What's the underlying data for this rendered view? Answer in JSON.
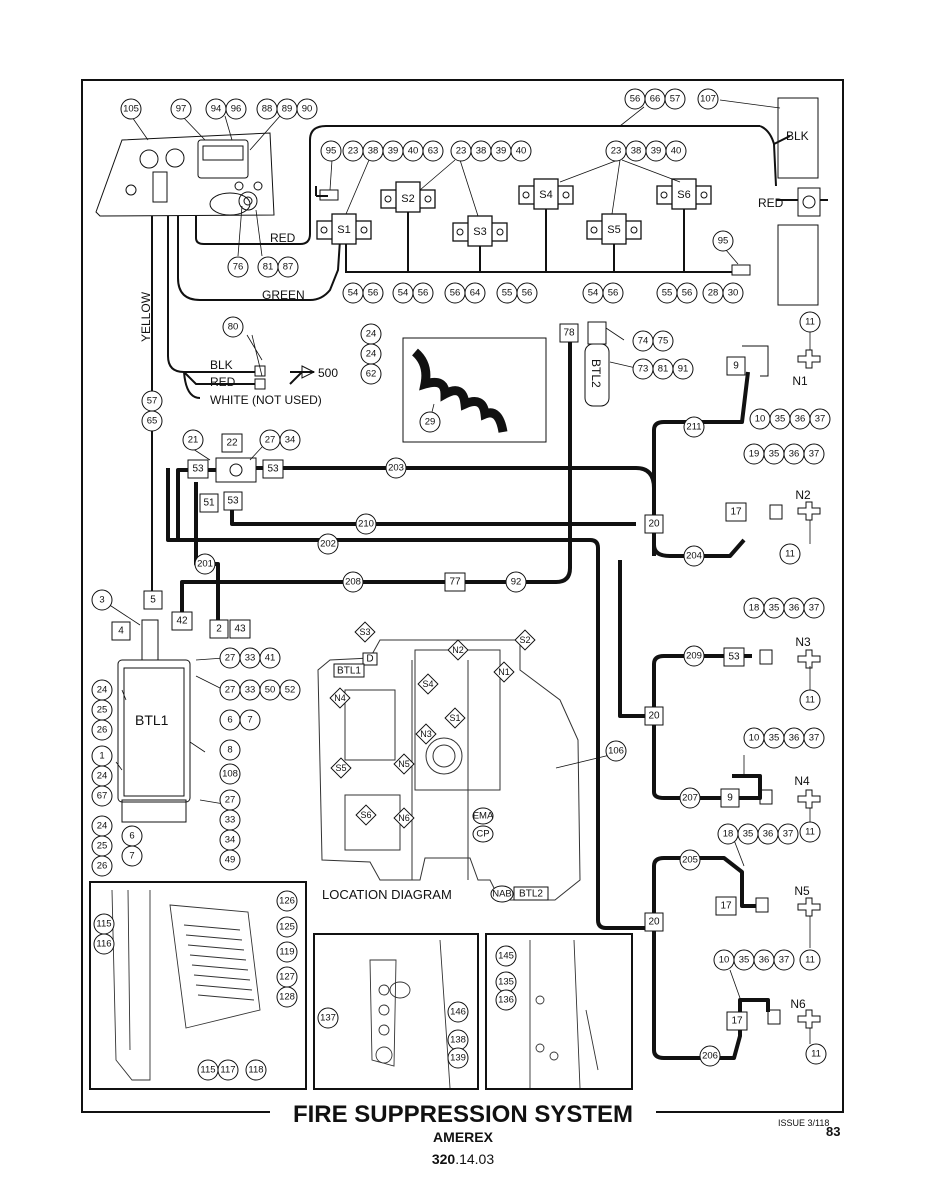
{
  "title": "FIRE SUPPRESSION SYSTEM",
  "manufacturer": "AMEREX",
  "section_prefix": "320",
  "section_suffix": ".14.03",
  "issue": "ISSUE 3/118",
  "page_number": "83",
  "wire_labels": {
    "red": "RED",
    "green": "GREEN",
    "yellow": "YELLOW",
    "blk": "BLK",
    "red2": "RED",
    "white": "WHITE (NOT USED)",
    "to500": "500",
    "batt_blk": "BLK",
    "batt_red": "RED"
  },
  "switches": {
    "s1": "S1",
    "s2": "S2",
    "s3": "S3",
    "s4": "S4",
    "s5": "S5",
    "s6": "S6"
  },
  "cylinders": {
    "btl1": "BTL1",
    "btl2": "BTL2"
  },
  "nozzles": {
    "n1": "N1",
    "n2": "N2",
    "n3": "N3",
    "n4": "N4",
    "n5": "N5",
    "n6": "N6"
  },
  "location": {
    "title": "LOCATION DIAGRAM",
    "s1": "S1",
    "s2": "S2",
    "s3": "S3",
    "s4": "S4",
    "s5": "S5",
    "s6": "S6",
    "n1": "N1",
    "n2": "N2",
    "n3": "N3",
    "n4": "N4",
    "n5": "N5",
    "n6": "N6",
    "btl1": "BTL1",
    "btl2": "BTL2",
    "d": "D",
    "ema": "EMA",
    "cp": "CP",
    "nab": "NAB"
  },
  "callouts": {
    "c105": "105",
    "c97": "97",
    "c94": "94",
    "c96": "96",
    "c88": "88",
    "c89": "89",
    "c90": "90",
    "c56a": "56",
    "c66": "66",
    "c57a": "57",
    "c107": "107",
    "c95a": "95",
    "c23a": "23",
    "c38a": "38",
    "c39a": "39",
    "c40a": "40",
    "c63": "63",
    "c23b": "23",
    "c38b": "38",
    "c39b": "39",
    "c40b": "40",
    "c23c": "23",
    "c38c": "38",
    "c39c": "39",
    "c40c": "40",
    "c76": "76",
    "c81a": "81",
    "c87": "87",
    "c54a": "54",
    "c56b": "56",
    "c54b": "54",
    "c56c": "56",
    "c56d": "56",
    "c64": "64",
    "c55a": "55",
    "c56e": "56",
    "c54c": "54",
    "c56f": "56",
    "c55b": "55",
    "c56g": "56",
    "c95b": "95",
    "c28": "28",
    "c30": "30",
    "c24a": "24",
    "c24b": "24",
    "c62": "62",
    "c80": "80",
    "c78": "78",
    "c74": "74",
    "c75": "75",
    "c73": "73",
    "c81b": "81",
    "c91": "91",
    "c29": "29",
    "c57b": "57",
    "c65": "65",
    "c11a": "11",
    "c10a": "10",
    "c35a": "35",
    "c36a": "36",
    "c37a": "37",
    "c211": "211",
    "c19": "19",
    "c35b": "35",
    "c36b": "36",
    "c37b": "37",
    "c11b": "11",
    "c204": "204",
    "c21": "21",
    "c27a": "27",
    "c34a": "34",
    "c203": "203",
    "c210": "210",
    "c202": "202",
    "c201": "201",
    "c208": "208",
    "c92": "92",
    "c3": "3",
    "c27b": "27",
    "c33a": "33",
    "c41": "41",
    "c27c": "27",
    "c33b": "33",
    "c50": "50",
    "c52": "52",
    "c24c": "24",
    "c25a": "25",
    "c26a": "26",
    "c6a": "6",
    "c7a": "7",
    "c1": "1",
    "c8": "8",
    "c24d": "24",
    "c108": "108",
    "c67": "67",
    "c27d": "27",
    "c33c": "33",
    "c34b": "34",
    "c49": "49",
    "c24e": "24",
    "c25b": "25",
    "c26b": "26",
    "c6b": "6",
    "c7b": "7",
    "c18a": "18",
    "c35c": "35",
    "c36c": "36",
    "c37c": "37",
    "c209": "209",
    "c11c": "11",
    "c10b": "10",
    "c35d": "35",
    "c36d": "36",
    "c37d": "37",
    "c207": "207",
    "c11d": "11",
    "c106": "106",
    "c18b": "18",
    "c35e": "35",
    "c36e": "36",
    "c37e": "37",
    "c205": "205",
    "c11e": "11",
    "c10c": "10",
    "c35f": "35",
    "c36f": "36",
    "c37f": "37",
    "c206": "206",
    "c11f": "11",
    "c115a": "115",
    "c116": "116",
    "c126": "126",
    "c125": "125",
    "c119": "119",
    "c127": "127",
    "c128": "128",
    "c115b": "115",
    "c117": "117",
    "c118": "118",
    "c137": "137",
    "c146": "146",
    "c138": "138",
    "c139": "139",
    "c145": "145",
    "c135": "135",
    "c136": "136"
  },
  "box_labels": {
    "b9a": "9",
    "b22": "22",
    "b53a": "53",
    "b53b": "53",
    "b51": "51",
    "b53c": "53",
    "b20a": "20",
    "b17a": "17",
    "b77": "77",
    "b5": "5",
    "b4": "4",
    "b42": "42",
    "b2": "2",
    "b43": "43",
    "b53d": "53",
    "b20b": "20",
    "b9b": "9",
    "b17b": "17",
    "b20c": "20",
    "b17c": "17"
  }
}
